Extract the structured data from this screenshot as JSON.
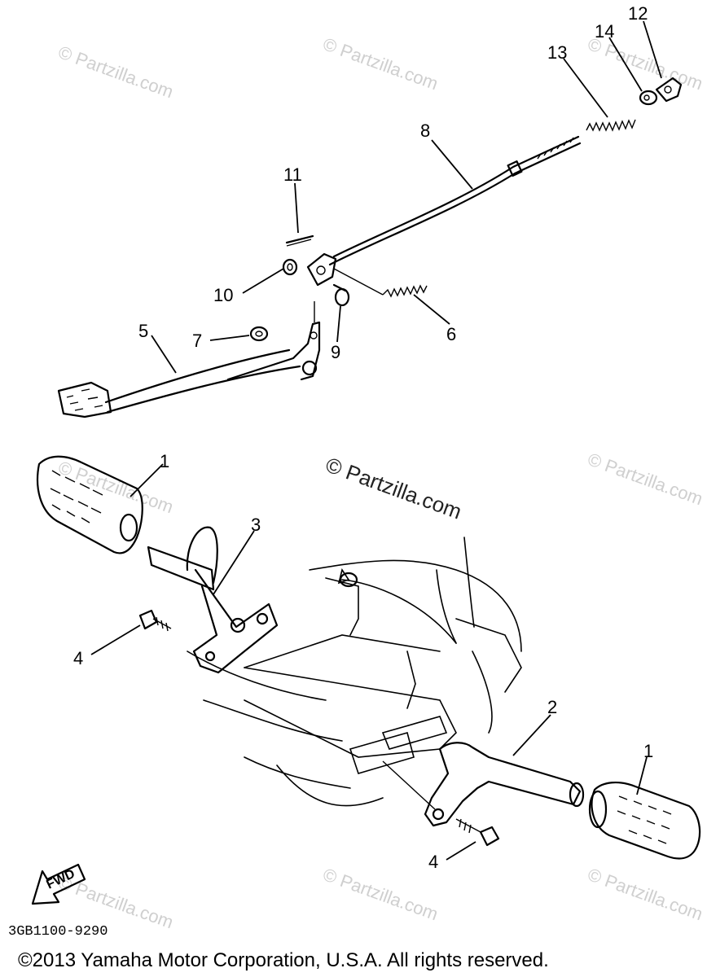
{
  "watermark": {
    "small": "© Partzilla.com",
    "center": "© Partzilla.com"
  },
  "callouts": {
    "c1a": "1",
    "c1b": "1",
    "c2": "2",
    "c3": "3",
    "c4a": "4",
    "c4b": "4",
    "c5": "5",
    "c6": "6",
    "c7": "7",
    "c8": "8",
    "c9": "9",
    "c10": "10",
    "c11": "11",
    "c12": "12",
    "c13": "13",
    "c14": "14"
  },
  "fwd_label": "FWD",
  "diagram_code": "3GB1100-9290",
  "copyright": "©2013 Yamaha Motor Corporation, U.S.A. All rights reserved."
}
